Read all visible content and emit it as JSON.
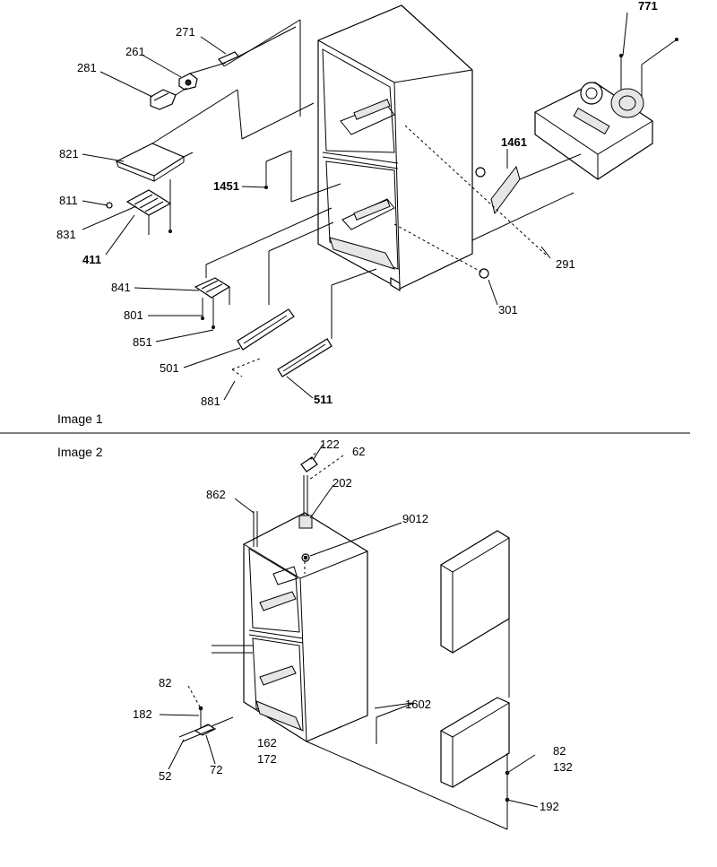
{
  "figure_1": {
    "caption": "Image 1",
    "callouts": {
      "p771": "771",
      "p271": "271",
      "p261": "261",
      "p281": "281",
      "p821": "821",
      "p811": "811",
      "p831": "831",
      "p411": "411",
      "p1451": "1451",
      "p1461": "1461",
      "p291": "291",
      "p301": "301",
      "p841": "841",
      "p801": "801",
      "p851": "851",
      "p501": "501",
      "p881": "881",
      "p511": "511"
    }
  },
  "figure_2": {
    "caption": "Image 2",
    "callouts": {
      "p122": "122",
      "p62": "62",
      "p202": "202",
      "p862": "862",
      "p9012": "9012",
      "p82a": "82",
      "p182": "182",
      "p52": "52",
      "p72": "72",
      "p162": "162",
      "p172": "172",
      "p1602": "1602",
      "p82b": "82",
      "p132": "132",
      "p192": "192"
    }
  },
  "colors": {
    "line": "#000000",
    "part_fill": "#e6e6e6",
    "background": "#ffffff"
  }
}
